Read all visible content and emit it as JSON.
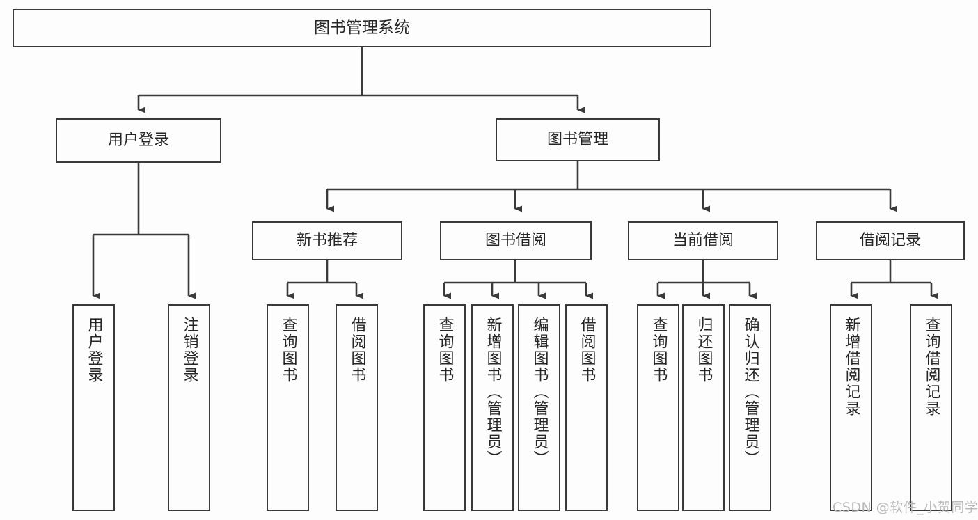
{
  "diagram": {
    "title": "图书管理系统",
    "type": "hierarchy-tree",
    "background_color": "#fdfdfd",
    "line_color": "#3a3a3a",
    "text_color": "#262626",
    "root": {
      "label": "图书管理系统"
    },
    "level1": [
      {
        "label": "用户登录"
      },
      {
        "label": "图书管理"
      }
    ],
    "level2": [
      {
        "label": "新书推荐"
      },
      {
        "label": "图书借阅"
      },
      {
        "label": "当前借阅"
      },
      {
        "label": "借阅记录"
      }
    ],
    "leaves": {
      "user_login": [
        {
          "label": "用户登录"
        },
        {
          "label": "注销登录"
        }
      ],
      "new_book_recommend": [
        {
          "label": "查询图书"
        },
        {
          "label": "借阅图书"
        }
      ],
      "book_borrow": [
        {
          "label": "查询图书"
        },
        {
          "label": "新增图书（管理员）"
        },
        {
          "label": "编辑图书（管理员）"
        },
        {
          "label": "借阅图书"
        }
      ],
      "current_borrow": [
        {
          "label": "查询图书"
        },
        {
          "label": "归还图书"
        },
        {
          "label": "确认归还（管理员）"
        }
      ],
      "borrow_record": [
        {
          "label": "新增借阅记录"
        },
        {
          "label": "查询借阅记录"
        }
      ]
    }
  },
  "watermark": {
    "text": "CSDN @软件_小贺同学"
  }
}
